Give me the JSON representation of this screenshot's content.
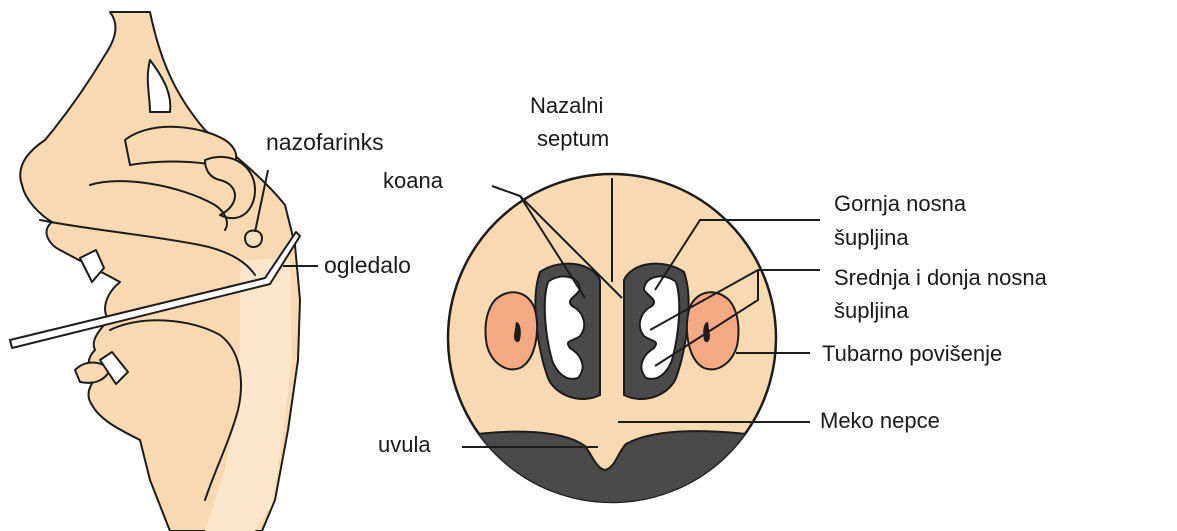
{
  "colors": {
    "skin": "#f9d9b1",
    "skin_light": "#fbe6cc",
    "outline": "#1c1c1c",
    "cavity_dark": "#4a4a4a",
    "torus": "#f4a983",
    "mirror": "#ffffff"
  },
  "labels": {
    "nazofarinks": "nazofarinks",
    "ogledalo": "ogledalo",
    "nazalni_line1": "Nazalni",
    "nazalni_line2": "septum",
    "koana": "koana",
    "gornja_line1": "Gornja nosna",
    "gornja_line2": "šupljina",
    "srednja_line1": "Srednja i donja nosna",
    "srednja_line2": "šupljina",
    "tubarno": "Tubarno povišenje",
    "meko_nepce": "Meko nepce",
    "uvula": "uvula"
  }
}
